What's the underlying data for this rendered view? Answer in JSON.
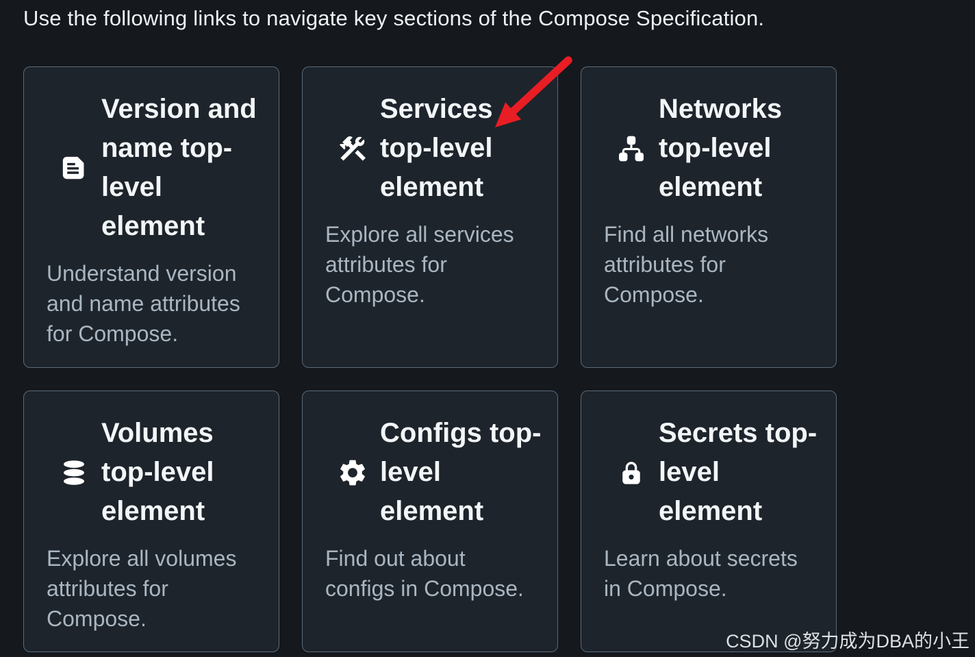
{
  "page": {
    "intro": "Use the following links to navigate key sections of the Compose Specification."
  },
  "colors": {
    "page_background": "#15181d",
    "card_background": "#1e242b",
    "card_border": "#5a6b7b",
    "title_text": "#f3f6f8",
    "description_text": "#a9b6c2",
    "annotation_arrow": "#e91d24"
  },
  "cards": [
    {
      "icon": "document-icon",
      "title": "Version and\nname top-\nlevel\nelement",
      "description": "Understand version\nand name attributes\nfor Compose."
    },
    {
      "icon": "tools-icon",
      "title": "Services\ntop-level\nelement",
      "description": "Explore all services\nattributes for\nCompose."
    },
    {
      "icon": "network-tree-icon",
      "title": "Networks\ntop-level\nelement",
      "description": "Find all networks\nattributes for\nCompose."
    },
    {
      "icon": "database-icon",
      "title": "Volumes\ntop-level\nelement",
      "description": "Explore all volumes\nattributes for\nCompose."
    },
    {
      "icon": "gear-icon",
      "title": "Configs top-\nlevel\nelement",
      "description": "Find out about\nconfigs in Compose."
    },
    {
      "icon": "lock-icon",
      "title": "Secrets top-\nlevel\nelement",
      "description": "Learn about secrets\nin Compose."
    }
  ],
  "annotation": {
    "arrow_points_to": "Services top-level element"
  },
  "watermark": "CSDN @努力成为DBA的小王"
}
